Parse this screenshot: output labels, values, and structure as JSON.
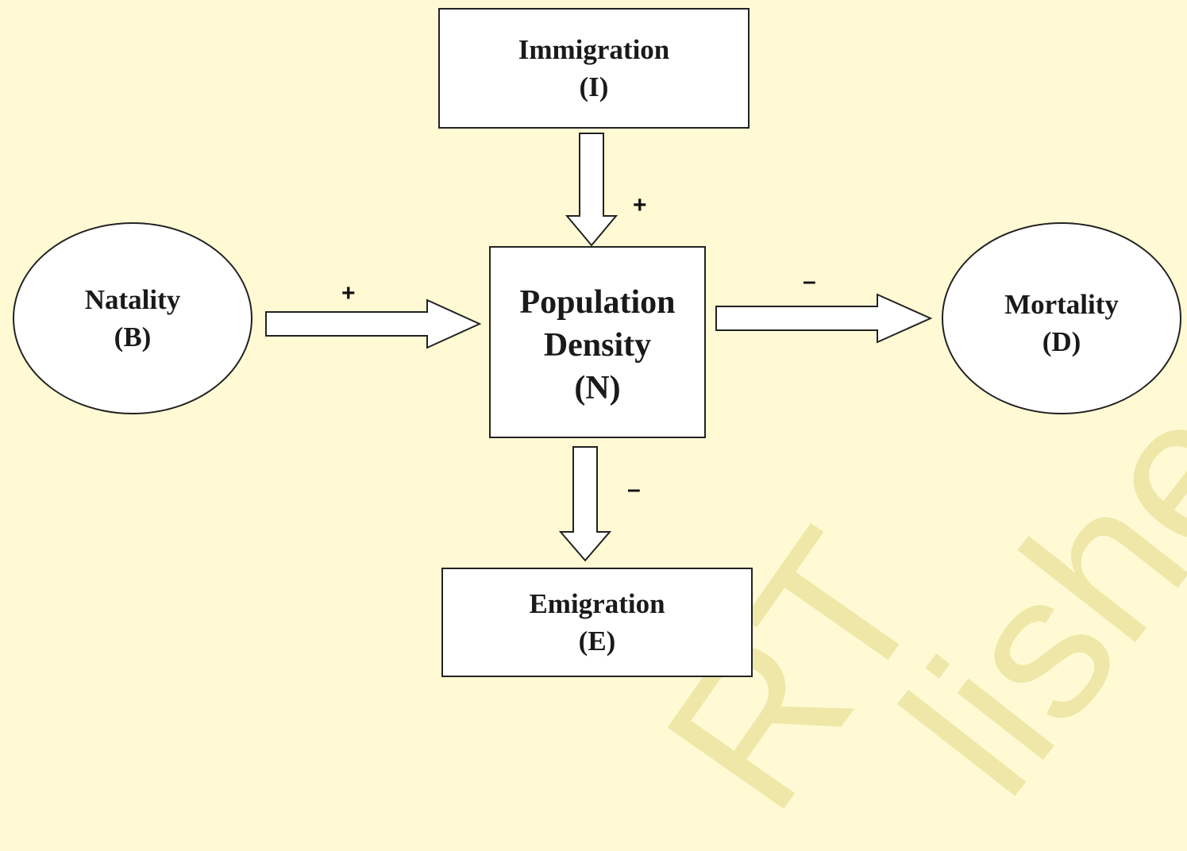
{
  "diagram": {
    "nodes": {
      "immigration": {
        "name": "Immigration",
        "symbol": "(I)"
      },
      "natality": {
        "name": "Natality",
        "symbol": "(B)"
      },
      "population": {
        "line1": "Population",
        "line2": "Density",
        "symbol": "(N)"
      },
      "mortality": {
        "name": "Mortality",
        "symbol": "(D)"
      },
      "emigration": {
        "name": "Emigration",
        "symbol": "(E)"
      }
    },
    "edges": [
      {
        "from": "Immigration",
        "to": "Population Density",
        "sign": "+"
      },
      {
        "from": "Natality",
        "to": "Population Density",
        "sign": "+"
      },
      {
        "from": "Population Density",
        "to": "Mortality",
        "sign": "–"
      },
      {
        "from": "Population Density",
        "to": "Emigration",
        "sign": "–"
      }
    ]
  },
  "watermark": {
    "text1": "RT",
    "text2": "lished"
  },
  "colors": {
    "background": "#fffad4",
    "node_fill": "#ffffff",
    "stroke": "#222222"
  }
}
